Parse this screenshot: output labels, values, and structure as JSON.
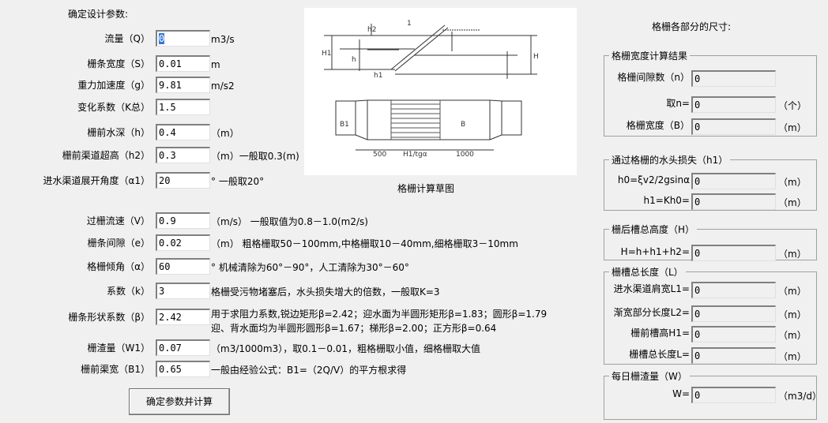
{
  "left": {
    "heading": "确定设计参数:",
    "params": [
      {
        "label": "流量（Q）",
        "value": "0",
        "unit": "m3/s"
      },
      {
        "label": "栅条宽度（S）",
        "value": "0.01",
        "unit": "m"
      },
      {
        "label": "重力加速度（g）",
        "value": "9.81",
        "unit": "m/s2"
      },
      {
        "label": "变化系数（K总）",
        "value": "1.5",
        "unit": ""
      },
      {
        "label": "栅前水深（h）",
        "value": "0.4",
        "unit": "（m）"
      },
      {
        "label": "栅前渠道超高（h2）",
        "value": "0.3",
        "unit": "（m）一般取0.3(m)"
      },
      {
        "label": "进水渠道展开角度（α1）",
        "value": "20",
        "unit": "° 一般取20°"
      },
      {
        "label": "过栅流速（V）",
        "value": "0.9",
        "unit": "（m/s）    一般取值为0.8－1.0(m2/s)"
      },
      {
        "label": "栅条间隙（e）",
        "value": "0.02",
        "unit": "（m） 粗格栅取50－100mm,中格栅取10－40mm,细格栅取3－10mm"
      },
      {
        "label": "格栅倾角（α）",
        "value": "60",
        "unit": "°  机械清除为60°－90°，人工清除为30°－60°"
      },
      {
        "label": "系数（k）",
        "value": "3",
        "unit": "格栅受污物堵塞后，水头损失增大的倍数，一般取K=3"
      },
      {
        "label": "栅条形状系数（β）",
        "value": "2.42",
        "unit": "用于求阻力系数,锐边矩形β=2.42；迎水面为半圆形矩形β=1.83；圆形β=1.79",
        "unit2": "迎、背水面均为半圆形圆形β=1.67；梯形β=2.00；正方形β=0.64"
      },
      {
        "label": "栅渣量（W1）",
        "value": "0.07",
        "unit": "（m3/1000m3），取0.1－0.01，粗格栅取小值，细格栅取大值"
      },
      {
        "label": "栅前渠宽（B1）",
        "value": "0.65",
        "unit": "一般由经验公式：B1=（2Q/V）的平方根求得"
      }
    ],
    "button": "确定参数并计算"
  },
  "diagram": {
    "caption": "格栅计算草图",
    "labels": [
      "1",
      "h2",
      "H1",
      "h",
      "h1",
      "H",
      "B1",
      "B",
      "500",
      "H1/tgα",
      "1000"
    ]
  },
  "right": {
    "heading": "格栅各部分的尺寸:",
    "groups": [
      {
        "title": "格栅宽度计算结果",
        "rows": [
          {
            "label": "格栅间隙数（n）",
            "value": "0",
            "unit": ""
          },
          {
            "label": "取n=",
            "value": "0",
            "unit": "（个）"
          },
          {
            "label": "格栅宽度（B）",
            "value": "0",
            "unit": "（m）"
          }
        ]
      },
      {
        "title": "通过格栅的水头损失（h1）",
        "rows": [
          {
            "label": "h0=ξv2/2gsinα",
            "value": "0",
            "unit": "（m）"
          },
          {
            "label": "h1=Kh0=",
            "value": "0",
            "unit": "（m）"
          }
        ]
      },
      {
        "title": "栅后槽总高度（H）",
        "rows": [
          {
            "label": "H=h+h1+h2=",
            "value": "0",
            "unit": "（m）"
          }
        ]
      },
      {
        "title": "栅槽总长度（L）",
        "rows": [
          {
            "label": "进水渠道肩宽L1=",
            "value": "0",
            "unit": "（m）"
          },
          {
            "label": "渐宽部分长度L2=",
            "value": "0",
            "unit": "（m）"
          },
          {
            "label": "栅前槽高H1=",
            "value": "0",
            "unit": "（m）"
          },
          {
            "label": "栅槽总长度L=",
            "value": "0",
            "unit": "（m）"
          }
        ]
      },
      {
        "title": "每日栅渣量（W）",
        "rows": [
          {
            "label": "W=",
            "value": "0",
            "unit": "（m3/d）"
          }
        ]
      }
    ]
  }
}
